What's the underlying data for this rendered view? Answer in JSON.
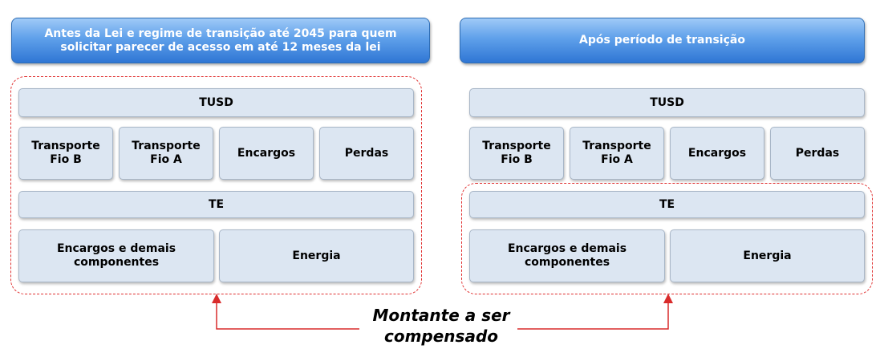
{
  "left_panel": {
    "header": "Antes da Lei e regime de transição até 2045 para quem solicitar parecer de acesso em até 12 meses da lei",
    "tusd": "TUSD",
    "tusd_items": [
      "Transporte\nFio B",
      "Transporte\nFio A",
      "Encargos",
      "Perdas"
    ],
    "te": "TE",
    "te_items": [
      "Encargos e demais\ncomponentes",
      "Energia"
    ]
  },
  "right_panel": {
    "header": "Após período de transição",
    "tusd": "TUSD",
    "tusd_items": [
      "Transporte\nFio B",
      "Transporte\nFio A",
      "Encargos",
      "Perdas"
    ],
    "te": "TE",
    "te_items": [
      "Encargos e demais\ncomponentes",
      "Energia"
    ]
  },
  "annotation": "Montante a ser compensado",
  "colors": {
    "dashed_border": "#e03030",
    "arrow": "#d92b2b",
    "box_fill": "#dce6f2",
    "header_blue": "#4a8fe3"
  }
}
